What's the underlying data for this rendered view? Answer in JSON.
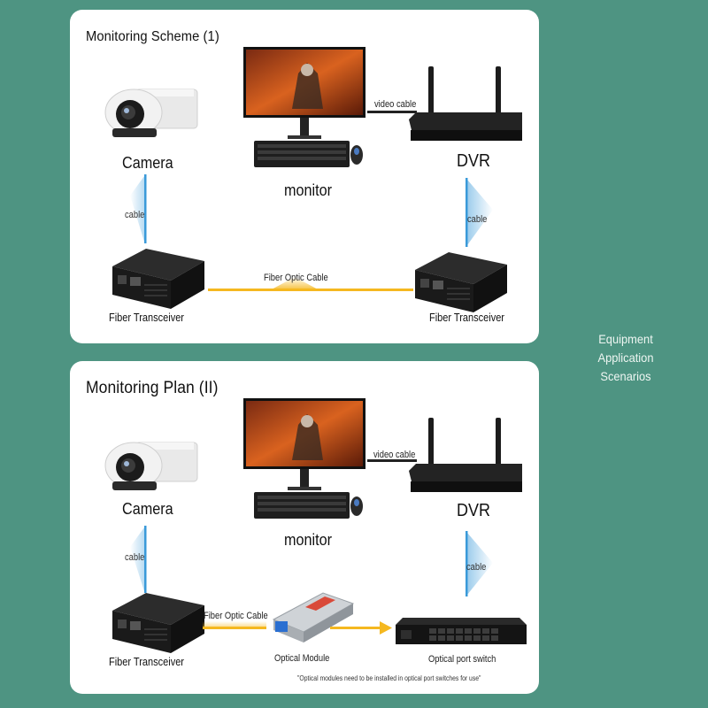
{
  "side_caption": [
    "Equipment",
    "Application",
    "Scenarios"
  ],
  "panel1": {
    "title": "Monitoring Scheme (1)",
    "camera_label": "Camera",
    "monitor_label": "monitor",
    "dvr_label": "DVR",
    "video_cable_label": "video cable",
    "cable_left_label": "cable",
    "cable_right_label": "cable",
    "fiber_cable_label": "Fiber Optic Cable",
    "transceiver_left_label": "Fiber Transceiver",
    "transceiver_right_label": "Fiber Transceiver"
  },
  "panel2": {
    "title": "Monitoring Plan (II)",
    "camera_label": "Camera",
    "monitor_label": "monitor",
    "dvr_label": "DVR",
    "video_cable_label": "video cable",
    "cable_left_label": "cable",
    "cable_right_label": "cable",
    "fiber_cable_label": "Fiber Optic Cable",
    "transceiver_label": "Fiber Transceiver",
    "optical_module_label": "Optical Module",
    "switch_label": "Optical port switch",
    "note": "\"Optical modules need to be installed in optical port switches for use\""
  },
  "colors": {
    "background": "#4e9482",
    "panel": "#ffffff",
    "cable_blue": "#3a9ad9",
    "fiber_orange": "#f5b820"
  }
}
